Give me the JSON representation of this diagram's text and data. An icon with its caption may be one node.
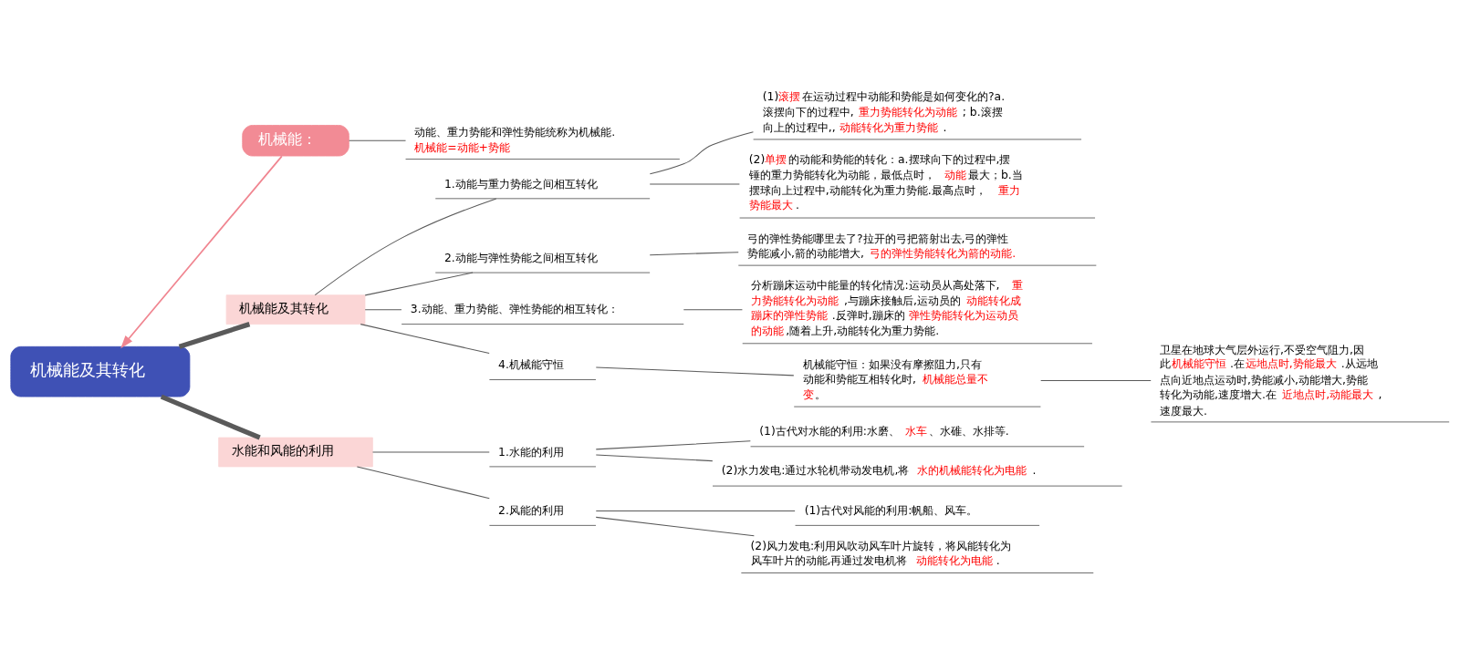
{
  "diagram": {
    "nodes": [
      {
        "text": [
          "机械能及其转化"
        ]
      },
      {
        "text": [
          "机械能："
        ]
      },
      {
        "text": [
          "动能、重力势能和弹性势能统称为机械能.",
          "机械能=动能+势能"
        ]
      },
      {
        "text": [
          "机械能及其转化"
        ]
      },
      {
        "text": [
          "1.动能与重力势能之间相互转化"
        ]
      },
      {
        "text": [
          "(1)**滚摆**在运动过程中动能和势能是如何变化的?a.滚摆向下的过程中,**重力势能转化为动能**; b.滚摆向上的过程中,,**动能转化为重力势能**."
        ]
      },
      {
        "text": [
          "(2)**单摆**的动能和势能的转化：a.摆球向下的过程中,摆锤的重力势能转化为动能，最低点时，**动能**最大；b.当摆球向上过程中,动能转化为重力势能.最高点时，**重力势能最大**."
        ]
      },
      {
        "text": [
          "2.动能与弹性势能之间相互转化"
        ]
      },
      {
        "text": [
          "弓的弹性势能哪里去了?拉开的弓把箭射出去,弓的弹性势能减小,箭的动能增大,**弓的弹性势能转化为箭的动能.**"
        ]
      },
      {
        "text": [
          "3.动能、重力势能、弹性势能的相互转化："
        ]
      },
      {
        "text": [
          "分析蹦床运动中能量的转化情况:运动员从高处落下,**重力势能转化为动能**,与蹦床接触后,运动员的**动能转化成蹦床的弹性势能**.反弹时,蹦床的**弹性势能转化为运动员的动能**,随着上升,动能转化为重力势能."
        ]
      },
      {
        "text": [
          "4.机械能守恒"
        ]
      },
      {
        "text": [
          "机械能守恒：如果没有摩擦阻力,只有动能和势能互相转化时,**机械能总量不变**。"
        ]
      },
      {
        "text": [
          "卫星在地球大气层外运行,不受空气阻力,因此**机械能守恒**.在**远地点时,势能最大**.从远地点向近地点运动时,势能减小,动能增大,势能转化为动能,速度增大.在**近地点时,动能最大**,速度最大."
        ]
      },
      {
        "text": [
          "水能和风能的利用"
        ]
      },
      {
        "text": [
          "1.水能的利用"
        ]
      },
      {
        "text": [
          "(1)古代对水能的利用:水磨、**水车**、水碓、水排等."
        ]
      },
      {
        "text": [
          "(2)水力发电:通过水轮机带动发电机,将**水的机械能转化为电能**."
        ]
      },
      {
        "text": [
          "2.风能的利用"
        ]
      },
      {
        "text": [
          "(1)古代对风能的利用:帆船、风车。"
        ]
      },
      {
        "text": [
          "(2)风力发电:利用风吹动风车叶片旋转，将风能转化为风车叶片的动能,再通过发电机将**动能转化为电能**."
        ]
      }
    ],
    "edges": [
      {
        "from": 1,
        "to": 2,
        "arrow": "none"
      },
      {
        "from": 1,
        "to": 0,
        "arrow": "to",
        "color": "#f08590"
      },
      {
        "from": 0,
        "to": 3,
        "arrow": "none",
        "style": "thick"
      },
      {
        "from": 0,
        "to": 14,
        "arrow": "none",
        "style": "thick"
      },
      {
        "from": 3,
        "to": 4,
        "arrow": "none"
      },
      {
        "from": 3,
        "to": 7,
        "arrow": "none"
      },
      {
        "from": 3,
        "to": 9,
        "arrow": "none"
      },
      {
        "from": 3,
        "to": 11,
        "arrow": "none"
      },
      {
        "from": 4,
        "to": 5,
        "arrow": "none"
      },
      {
        "from": 4,
        "to": 6,
        "arrow": "none"
      },
      {
        "from": 7,
        "to": 8,
        "arrow": "none"
      },
      {
        "from": 9,
        "to": 10,
        "arrow": "none"
      },
      {
        "from": 11,
        "to": 12,
        "arrow": "none"
      },
      {
        "from": 12,
        "to": 13,
        "arrow": "none"
      },
      {
        "from": 14,
        "to": 15,
        "arrow": "none"
      },
      {
        "from": 14,
        "to": 18,
        "arrow": "none"
      },
      {
        "from": 15,
        "to": 16,
        "arrow": "none"
      },
      {
        "from": 15,
        "to": 17,
        "arrow": "none"
      },
      {
        "from": 18,
        "to": 19,
        "arrow": "none"
      },
      {
        "from": 18,
        "to": 20,
        "arrow": "none"
      }
    ]
  }
}
